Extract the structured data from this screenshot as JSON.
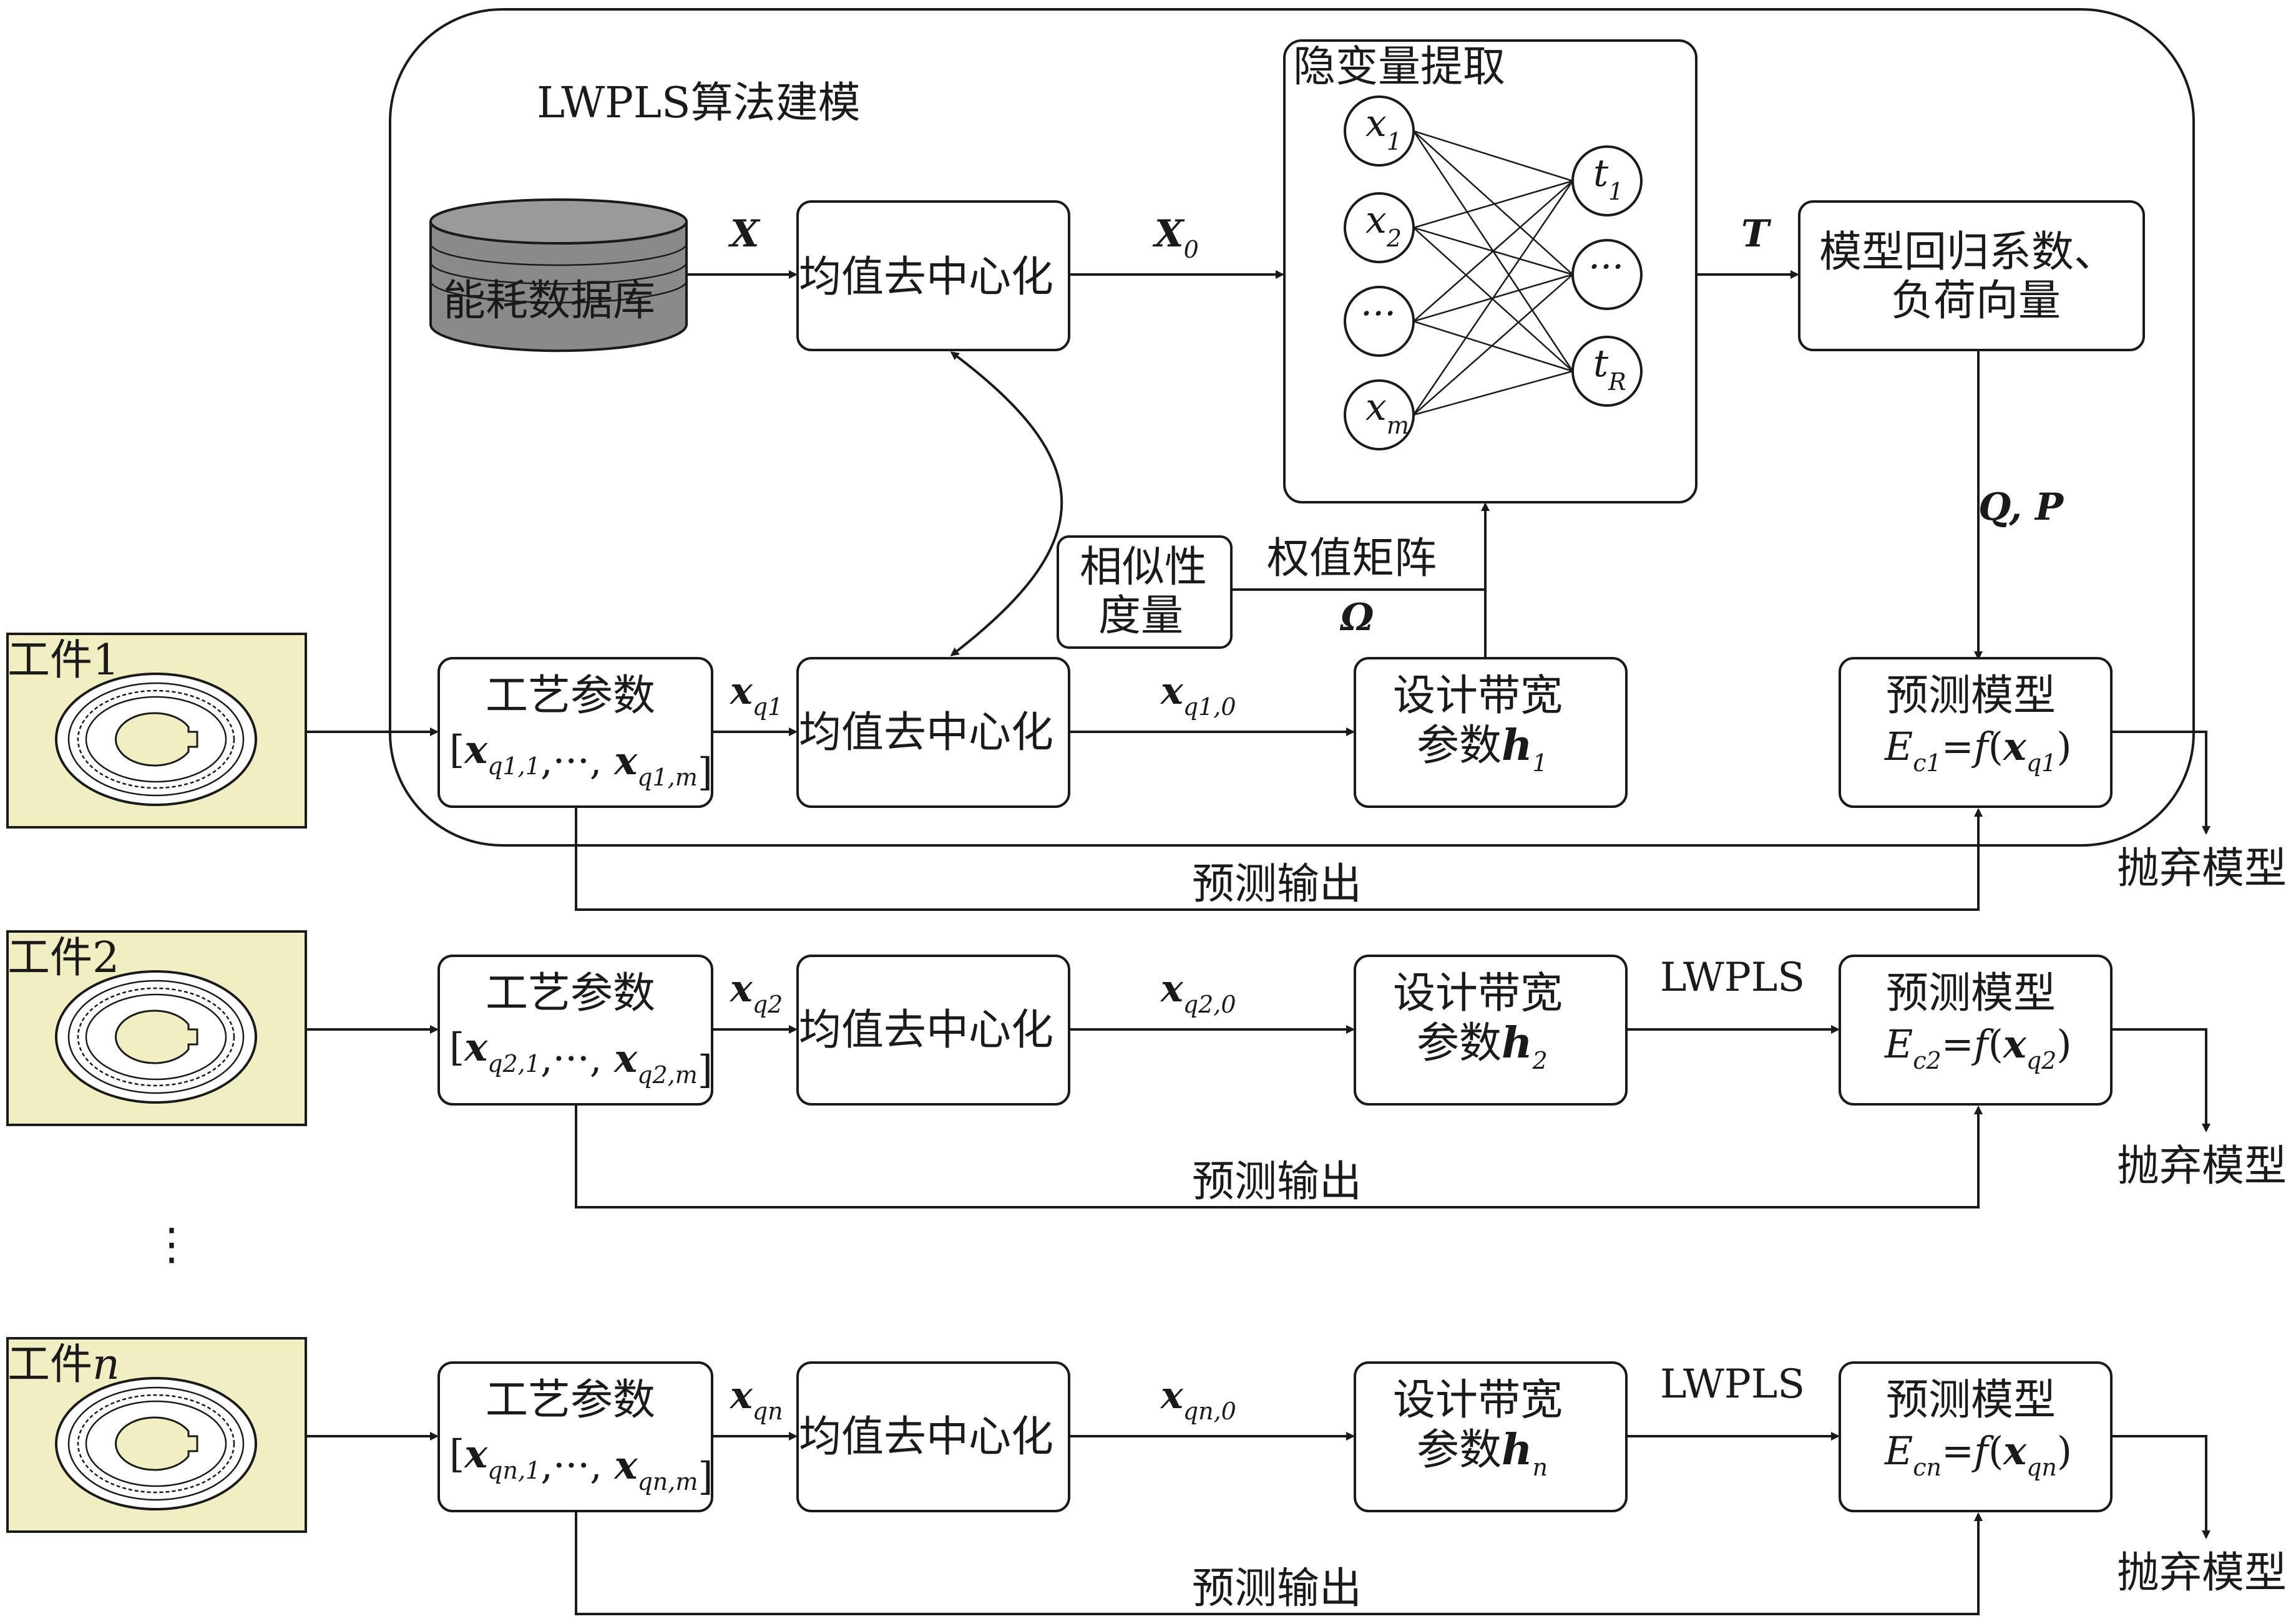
{
  "lwpls_region": {
    "title": "LWPLS算法建模"
  },
  "database": {
    "label": "能耗数据库"
  },
  "latent": {
    "title": "隐变量提取",
    "inputs": [
      {
        "base": "x",
        "sub": "1"
      },
      {
        "base": "x",
        "sub": "2"
      },
      {
        "base": "···",
        "sub": ""
      },
      {
        "base": "x",
        "sub": "m"
      }
    ],
    "outputs": [
      {
        "base": "t",
        "sub": "1"
      },
      {
        "base": "···",
        "sub": ""
      },
      {
        "base": "t",
        "sub": "R"
      }
    ]
  },
  "top_row": {
    "X": "X",
    "mean_center": "均值去中心化",
    "X0": {
      "base": "X",
      "sub": "0"
    },
    "T": "T",
    "regression_line1": "模型回归系数、",
    "regression_line2": "负荷向量",
    "QP": "Q, P"
  },
  "similarity": {
    "line1": "相似性",
    "line2": "度量",
    "weight_label": "权值矩阵",
    "omega": "Ω"
  },
  "rows": [
    {
      "workpiece": {
        "text": "工件",
        "index": "1"
      },
      "params_title": "工艺参数",
      "vector": {
        "sub1": "q1,1",
        "sub2": "q1,m"
      },
      "xq": {
        "base": "x",
        "sub": "q1"
      },
      "mean_center": "均值去中心化",
      "xq0": {
        "base": "x",
        "sub": "q1,0"
      },
      "design_line1": "设计带宽",
      "design_param": "参数",
      "h": {
        "base": "h",
        "sub": "1"
      },
      "link_label": "",
      "model_title": "预测模型",
      "model_E": {
        "base": "E",
        "sub": "c1",
        "arg": "q1"
      },
      "output_label": "预测输出",
      "discard": "抛弃模型"
    },
    {
      "workpiece": {
        "text": "工件",
        "index": "2"
      },
      "params_title": "工艺参数",
      "vector": {
        "sub1": "q2,1",
        "sub2": "q2,m"
      },
      "xq": {
        "base": "x",
        "sub": "q2"
      },
      "mean_center": "均值去中心化",
      "xq0": {
        "base": "x",
        "sub": "q2,0"
      },
      "design_line1": "设计带宽",
      "design_param": "参数",
      "h": {
        "base": "h",
        "sub": "2"
      },
      "link_label": "LWPLS",
      "model_title": "预测模型",
      "model_E": {
        "base": "E",
        "sub": "c2",
        "arg": "q2"
      },
      "output_label": "预测输出",
      "discard": "抛弃模型"
    },
    {
      "workpiece": {
        "text": "工件",
        "index": "n"
      },
      "params_title": "工艺参数",
      "vector": {
        "sub1": "qn,1",
        "sub2": "qn,m"
      },
      "xq": {
        "base": "x",
        "sub": "qn"
      },
      "mean_center": "均值去中心化",
      "xq0": {
        "base": "x",
        "sub": "qn,0"
      },
      "design_line1": "设计带宽",
      "design_param": "参数",
      "h": {
        "base": "h",
        "sub": "n"
      },
      "link_label": "LWPLS",
      "model_title": "预测模型",
      "model_E": {
        "base": "E",
        "sub": "cn",
        "arg": "qn"
      },
      "output_label": "预测输出",
      "discard": "抛弃模型"
    }
  ],
  "ellipsis": "⋮",
  "colors": {
    "workpiece_bg": "#f1eec2",
    "database_fill": "#8a8a8a",
    "line": "#1a1a1a"
  }
}
